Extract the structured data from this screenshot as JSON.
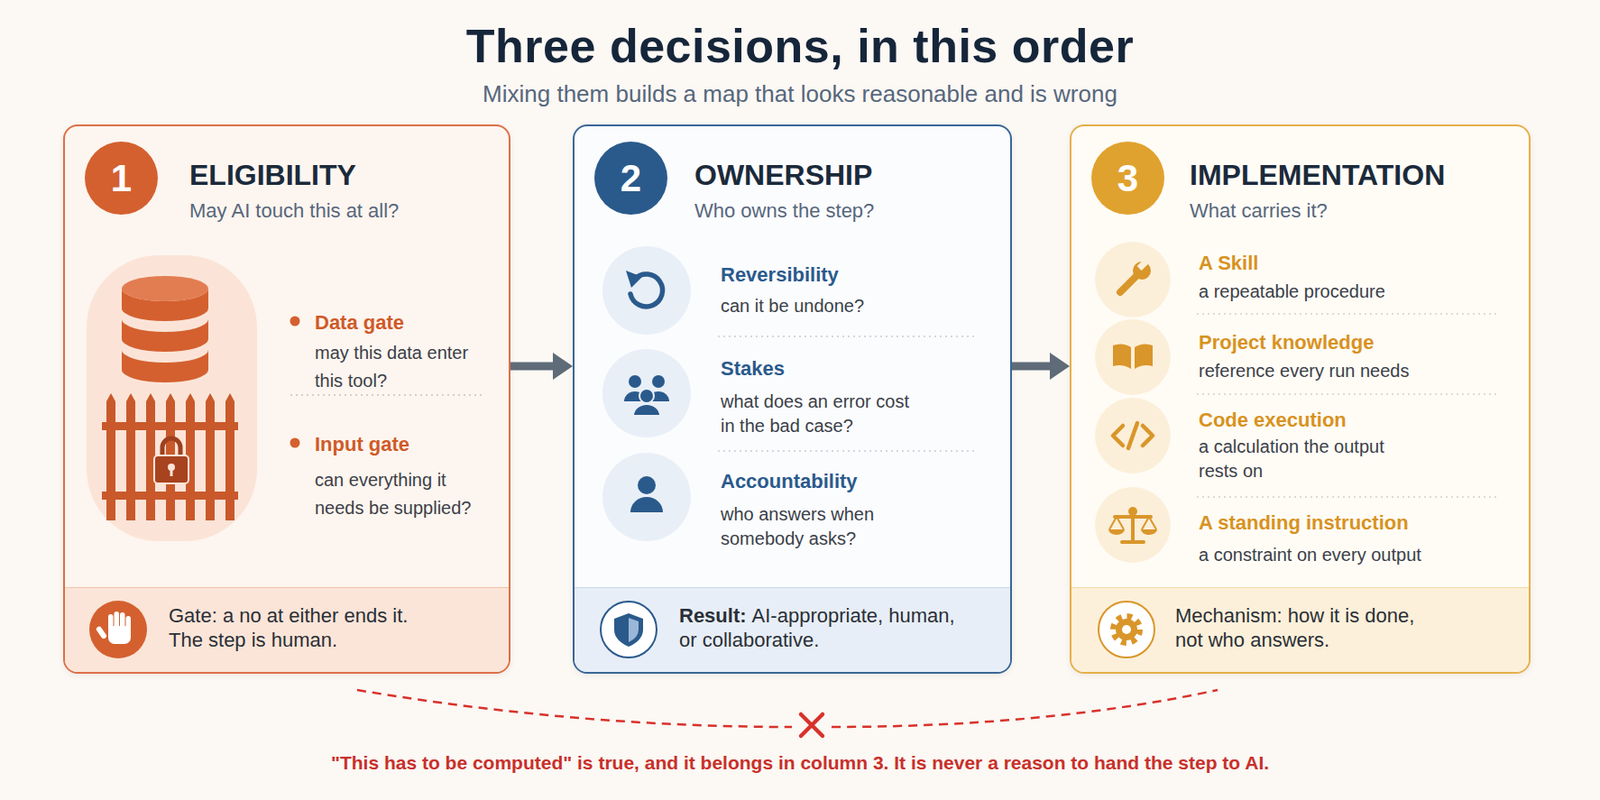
{
  "diagram": {
    "title": "Three decisions, in this order",
    "caption": "\"This has to be computed\" is true, and it belongs in column 3. It is never a reason to hand the step to AI.",
    "nodes": [
      {
        "text": [
          "ELIGIBILITY",
          "May AI touch this at all?",
          "Data gate",
          "may this data enter this tool?",
          "Input gate",
          "can everything it needs be supplied?"
        ]
      },
      {
        "text": [
          "1"
        ],
        "in": 0
      },
      {
        "text": [
          "Gate: a no at either ends it. The step is human."
        ],
        "in": 0
      },
      {
        "text": [
          "OWNERSHIP",
          "Who owns the step?",
          "Reversibility",
          "can it be undone?",
          "Stakes",
          "what does an error cost in the bad case?",
          "Accountability",
          "who answers when somebody asks?"
        ]
      },
      {
        "text": [
          "2"
        ],
        "in": 3
      },
      {
        "text": [
          "Result:",
          "AI-appropriate, human, or collaborative."
        ],
        "in": 3
      },
      {
        "text": [
          "IMPLEMENTATION",
          "What carries it?",
          "A Skill",
          "a repeatable procedure",
          "Project knowledge",
          "reference every run needs",
          "Code execution",
          "a calculation the output rests on",
          "A standing instruction",
          "a constraint on every output"
        ]
      },
      {
        "text": [
          "3"
        ],
        "in": 6
      },
      {
        "text": [
          "Mechanism: how it is done, not who answers."
        ],
        "in": 6
      }
    ],
    "edges": [
      {
        "from": 0,
        "to": 3,
        "arrow": "to"
      },
      {
        "from": 3,
        "to": 6,
        "arrow": "to"
      }
    ],
    "labels": [
      "Mixing them builds a map that looks reasonable and is wrong"
    ]
  }
}
